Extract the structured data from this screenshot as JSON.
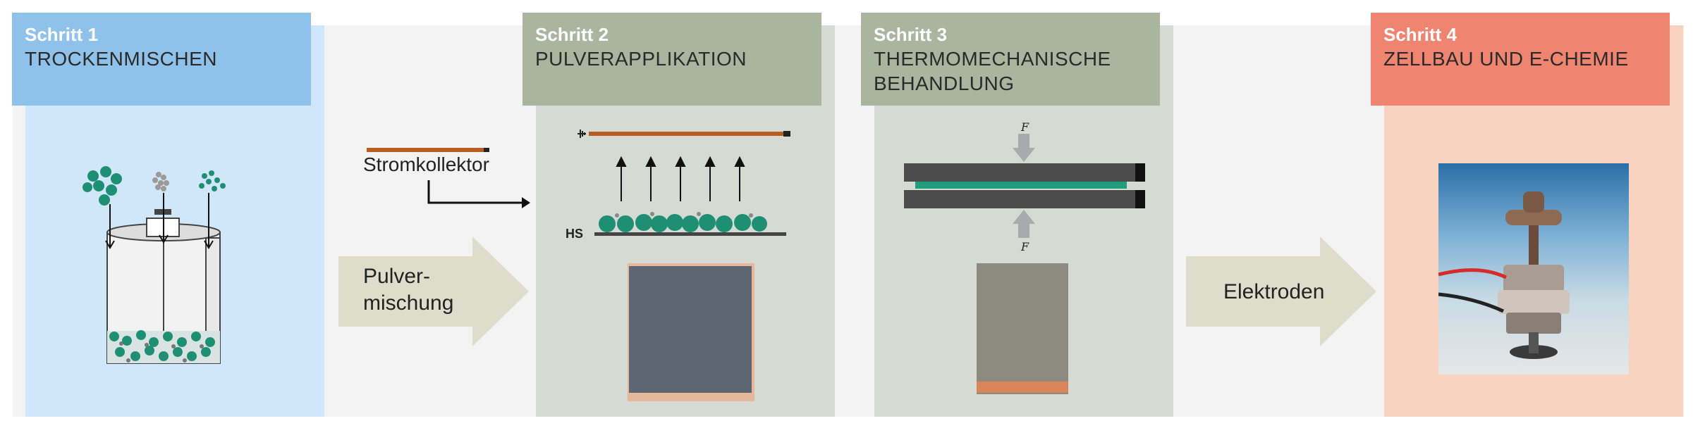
{
  "steps": [
    {
      "step": "Schritt 1",
      "name": "TROCKENMISCHEN"
    },
    {
      "step": "Schritt 2",
      "name": "PULVERAPPLIKATION"
    },
    {
      "step": "Schritt 3",
      "name": "THERMOMECHANISCHE\nBEHANDLUNG"
    },
    {
      "step": "Schritt 4",
      "name": "ZELLBAU UND E-CHEMIE"
    }
  ],
  "arrows": {
    "arrow1_label": "Pulver-\nmischung",
    "arrow2_label": "Elektroden"
  },
  "labels": {
    "current_collector": "Stromkollektor",
    "hs": "HS",
    "force_top": "F",
    "force_bottom": "F"
  },
  "colors": {
    "step1_header": "#8fc2ea",
    "step1_panel": "#cfe7f8",
    "step2_header": "#a9b59f",
    "step2_panel": "#d5dbd3",
    "step3_header": "#a9b59f",
    "step3_panel": "#d5dbd3",
    "step4_header": "#ef8470",
    "step4_panel": "#f8d4c0",
    "arrow": "#deddcb",
    "particle": "#1f8f74",
    "collector": "#b85c1f"
  }
}
